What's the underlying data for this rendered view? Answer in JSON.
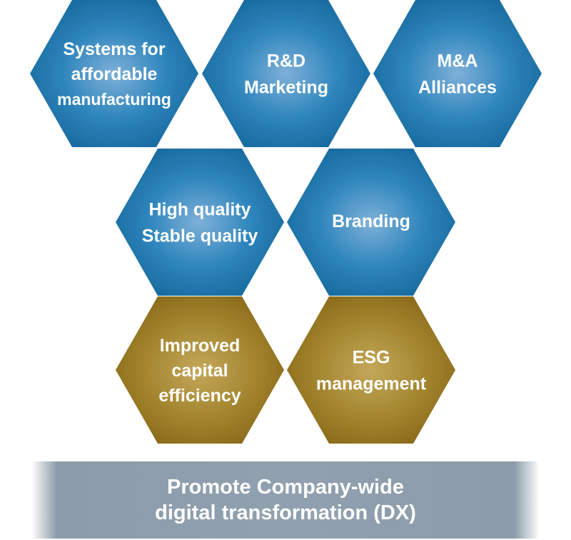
{
  "colors": {
    "blue_center": "#7fb0d8",
    "blue_mid": "#2f86bd",
    "blue_edge": "#176b9f",
    "gold_center": "#c4a85a",
    "gold_edge": "#8c6c1a",
    "banner": "#8c9caa",
    "text": "#ffffff"
  },
  "hexagons": [
    {
      "id": "systems",
      "theme": "blue",
      "lines": [
        "Systems for",
        "affordable",
        "manufacturing"
      ]
    },
    {
      "id": "rnd",
      "theme": "blue",
      "lines": [
        "R&D",
        "Marketing"
      ]
    },
    {
      "id": "mna",
      "theme": "blue",
      "lines": [
        "M&A",
        "Alliances"
      ]
    },
    {
      "id": "quality",
      "theme": "blue",
      "lines": [
        "High quality",
        "Stable quality"
      ]
    },
    {
      "id": "branding",
      "theme": "blue",
      "lines": [
        "Branding"
      ]
    },
    {
      "id": "capital",
      "theme": "gold",
      "lines": [
        "Improved",
        "capital",
        "efficiency"
      ]
    },
    {
      "id": "esg",
      "theme": "gold",
      "lines": [
        "ESG",
        "management"
      ]
    }
  ],
  "banner": {
    "line1": "Promote Company-wide",
    "line2": "digital transformation (DX)"
  }
}
